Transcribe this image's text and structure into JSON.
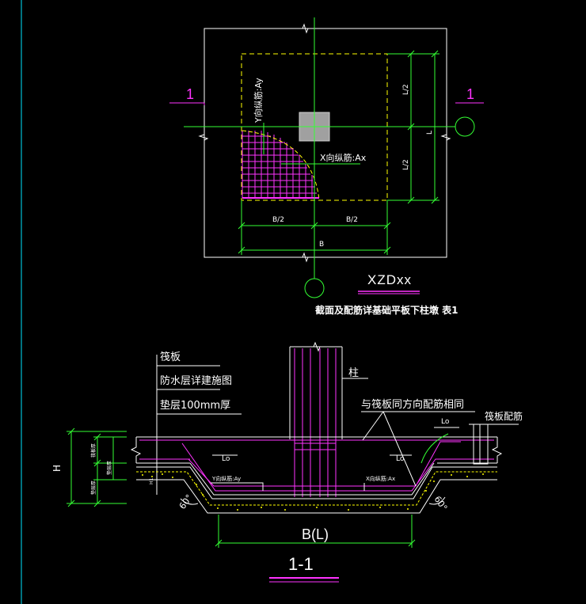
{
  "colors": {
    "background": "#000000",
    "green": "#33ff33",
    "magenta": "#ff33ff",
    "yellow": "#ffff00",
    "white": "#ffffff",
    "cyan": "#00e5ff",
    "column_fill": "#a0a0a0"
  },
  "plan": {
    "section_mark_left": "1",
    "section_mark_right": "1",
    "y_rebar_label": "Y向纵筋:Ay",
    "x_rebar_label": "X向纵筋:Ax",
    "dim_l_half_top": "L/2",
    "dim_l_half_bottom": "L/2",
    "dim_l": "L",
    "dim_b_half_left": "B/2",
    "dim_b_half_right": "B/2",
    "dim_b": "B",
    "id_label": "XZDxx",
    "caption": "截面及配筋详基础平板下柱墩  表1"
  },
  "section": {
    "note_raft": "筏板",
    "note_waterproof": "防水层详建施图",
    "note_cushion": "垫层100mm厚",
    "label_column": "柱",
    "label_same_rebar": "与筏板同方向配筋相同",
    "label_raft_rebar": "筏板配筋",
    "label_lo_right": "Lo",
    "label_lo_left_inner": "Lo",
    "label_lo_right_inner": "Lo",
    "label_y_rebar": "Y向纵筋:Ay",
    "label_x_rebar": "X向纵筋:Ax",
    "dim_h": "H",
    "dim_h1": "H1",
    "dim_raft_thickness": "筏板厚",
    "dim_cushion_thickness": "垫层厚",
    "dim_tpl_cushion": "垫层厚",
    "angle_left": "60°",
    "angle_right": "60°",
    "dim_bl": "B(L)",
    "section_title": "1-1"
  }
}
